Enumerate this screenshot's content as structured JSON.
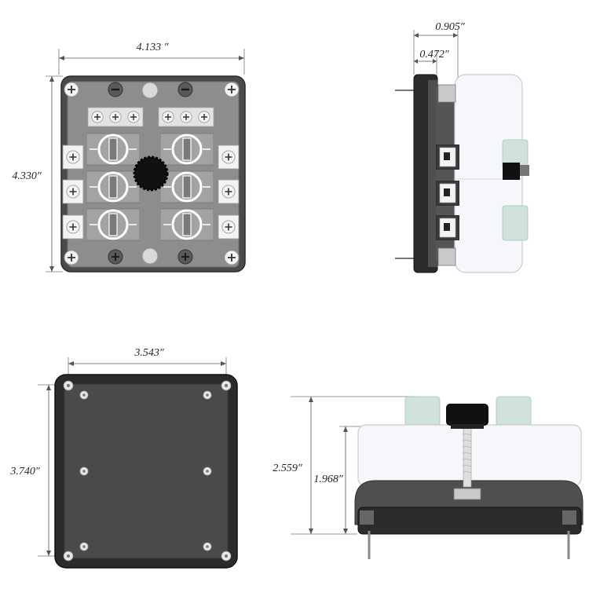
{
  "dimensions": {
    "top_width": "4.133 ″",
    "top_height": "4.330″",
    "side_total_depth": "0.905″",
    "side_base_depth": "0.472″",
    "bottom_hole_width": "3.543″",
    "bottom_hole_height": "3.740″",
    "front_total_height": "2.559″",
    "front_cover_height": "1.968″"
  },
  "colors": {
    "base_dark": "#4a4a4a",
    "base_black": "#2b2b2b",
    "panel_gray": "#8d8d8d",
    "terminal_white": "#f2f2f2",
    "cover_white": "#f6f7fb",
    "cover_edge": "#c9ccd6",
    "holder_mint": "#cfe3dc",
    "knob_black": "#111111"
  },
  "icons": {
    "screw": "phillips-screw-icon",
    "minus": "minus-terminal-icon",
    "plus": "plus-terminal-icon",
    "knob": "lock-knob-icon"
  }
}
